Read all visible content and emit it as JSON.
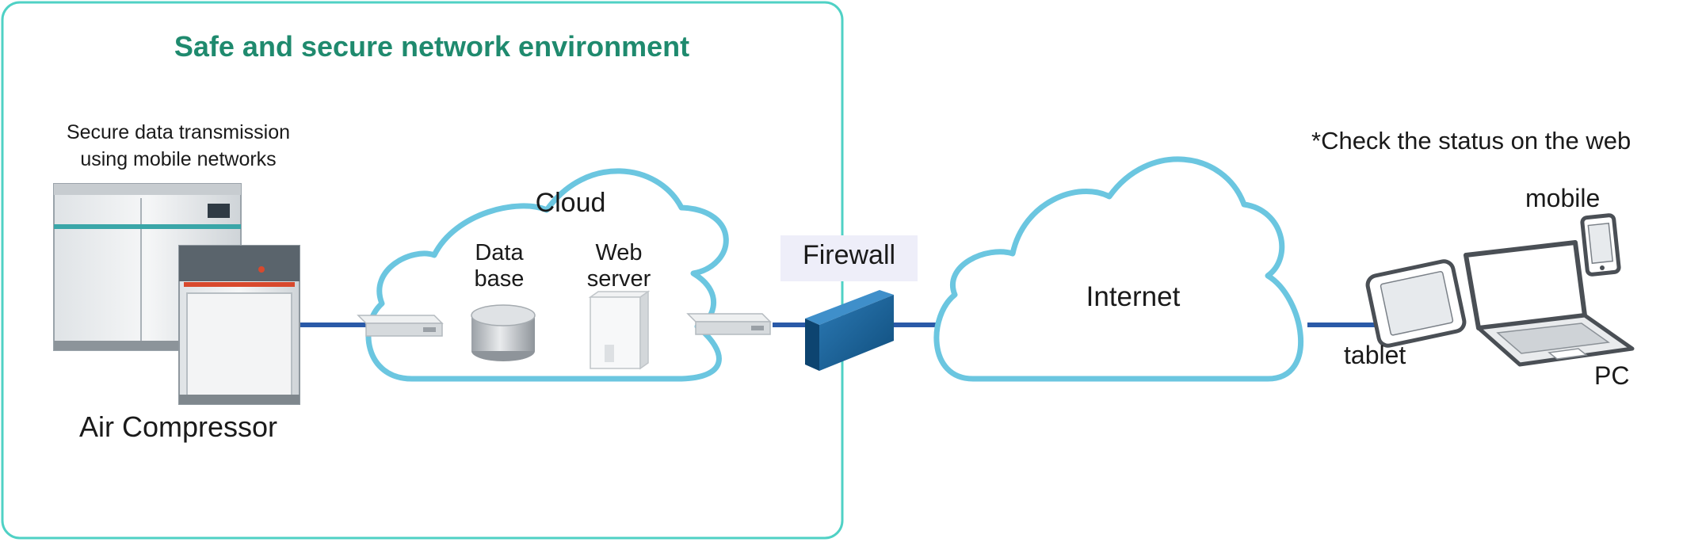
{
  "title": "Safe and secure network environment",
  "compressor": {
    "note_line1": "Secure data transmission",
    "note_line2": "using mobile networks",
    "label": "Air Compressor"
  },
  "cloud": {
    "label": "Cloud",
    "database_line1": "Data",
    "database_line2": "base",
    "webserver_line1": "Web",
    "webserver_line2": "server"
  },
  "firewall": {
    "label": "Firewall"
  },
  "internet": {
    "label": "Internet"
  },
  "devices": {
    "note": "*Check the status on the web",
    "mobile": "mobile",
    "tablet": "tablet",
    "pc": "PC"
  },
  "colors": {
    "accent_green": "#1f8a6e",
    "frame_teal": "#4fd1c5",
    "cloud_outline": "#6bc6e0",
    "connector_blue": "#2a5aa8",
    "firewall_blue": "#175e92"
  }
}
